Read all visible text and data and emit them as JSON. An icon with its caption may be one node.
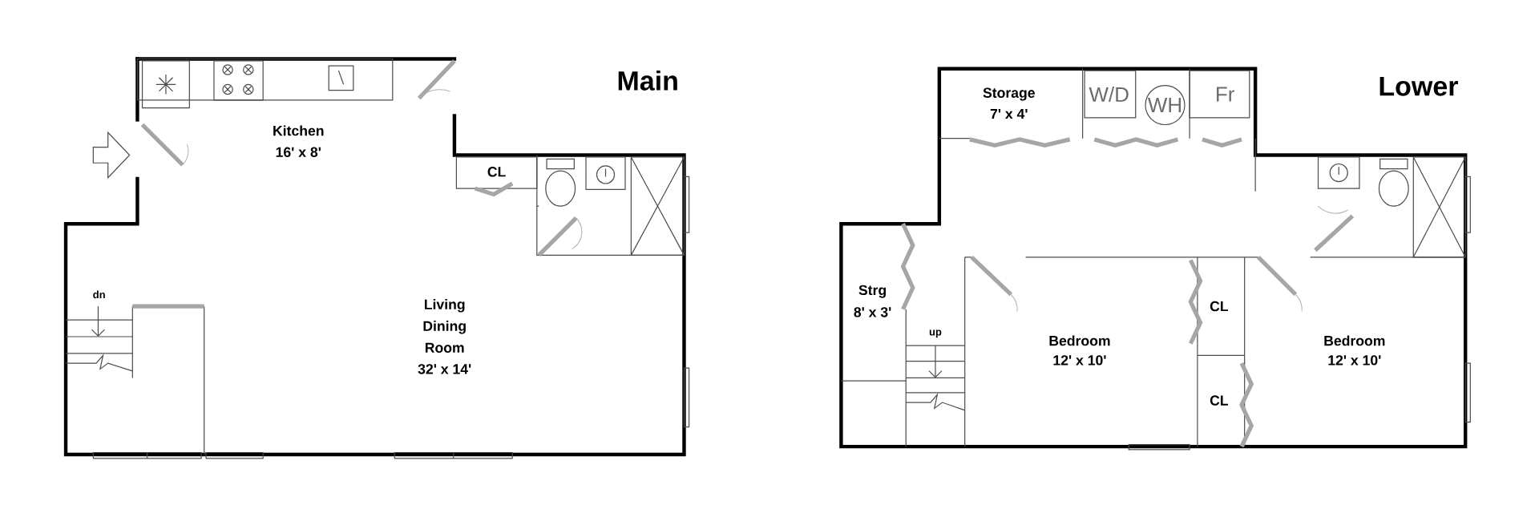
{
  "diagram": {
    "nodes": [
      {
        "text": [
          "W/D"
        ]
      },
      {
        "text": [
          "WH"
        ]
      },
      {
        "text": [
          "Fr"
        ]
      }
    ],
    "labels": [
      "Main",
      "Kitchen",
      "16' x 8'",
      "CL",
      "dn",
      "Living Dining Room",
      "32' x 14'",
      "Lower",
      "Storage",
      "7' x 4'",
      "Strg",
      "8' x 3'",
      "up",
      "CL",
      "Bedroom",
      "12' x 10'",
      "Bedroom",
      "12' x 10'",
      "CL"
    ]
  }
}
